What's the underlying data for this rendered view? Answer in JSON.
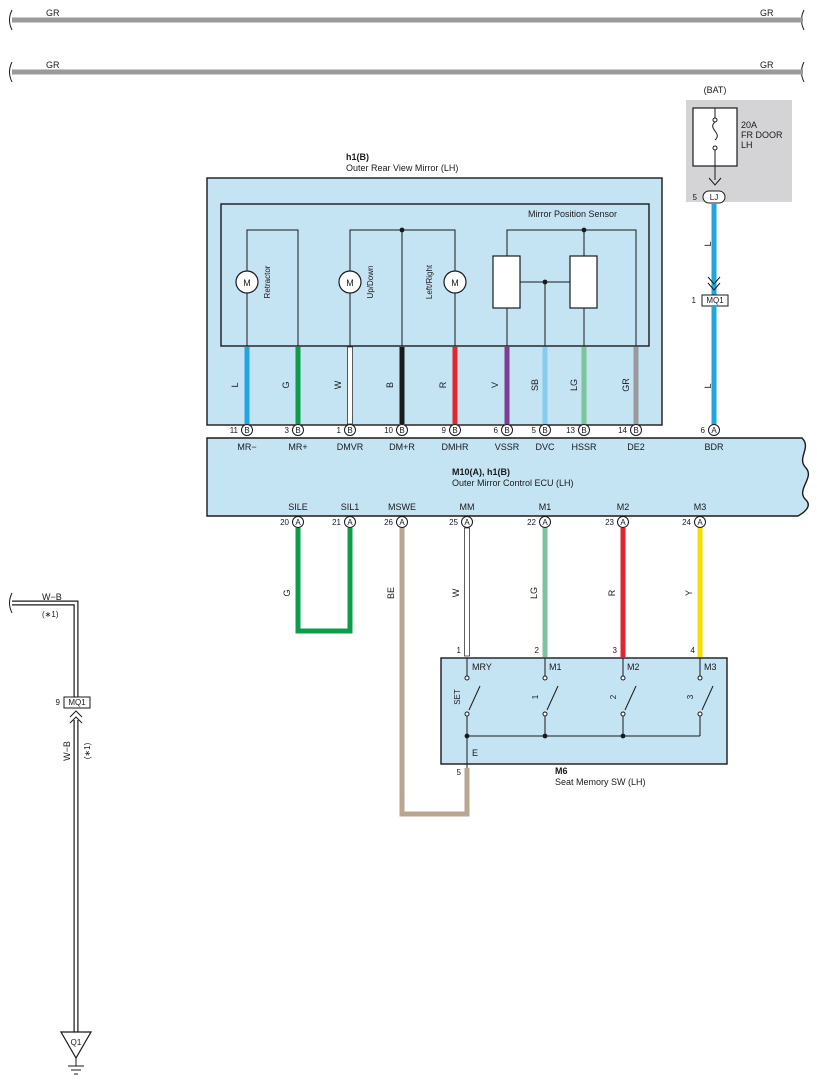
{
  "colors": {
    "gray": "#9a9a9a",
    "blue_l": "#1ea5e2",
    "green_g": "#0c9d4a",
    "white_w": "#ffffff",
    "black_b": "#1a1a1a",
    "red_r": "#e3262c",
    "violet_v": "#7b3d98",
    "sky_sb": "#86ccef",
    "lightgreen_lg": "#7cc59a",
    "beige_be": "#b8a690",
    "yellow_y": "#f5df00",
    "block_fill": "#c4e4f4",
    "fuse_box": "#d4d4d6"
  },
  "top_wires": [
    {
      "left": "GR",
      "right": "GR"
    },
    {
      "left": "GR",
      "right": "GR"
    }
  ],
  "fuse": {
    "source": "(BAT)",
    "rating": "20A",
    "name_line1": "FR DOOR",
    "name_line2": "LH",
    "pin": "5",
    "connector": "LJ",
    "wire": "L"
  },
  "splice_mq1_top": {
    "pin": "1",
    "connector": "MQ1",
    "wire": "L"
  },
  "mirror": {
    "code": "h1(B)",
    "name": "Outer Rear View Mirror (LH)",
    "sensor": "Mirror Position Sensor",
    "motor_glyph": "M",
    "motors": [
      "Retractor",
      "Up/Down",
      "Left/Right"
    ],
    "wires": [
      {
        "pin": "11",
        "conn": "B",
        "color": "L",
        "signal": "MR−"
      },
      {
        "pin": "3",
        "conn": "B",
        "color": "G",
        "signal": "MR+"
      },
      {
        "pin": "1",
        "conn": "B",
        "color": "W",
        "signal": "DMVR"
      },
      {
        "pin": "10",
        "conn": "B",
        "color": "B",
        "signal": "DM+R"
      },
      {
        "pin": "9",
        "conn": "B",
        "color": "R",
        "signal": "DMHR"
      },
      {
        "pin": "6",
        "conn": "B",
        "color": "V",
        "signal": "VSSR"
      },
      {
        "pin": "5",
        "conn": "B",
        "color": "SB",
        "signal": "DVC"
      },
      {
        "pin": "13",
        "conn": "B",
        "color": "LG",
        "signal": "HSSR"
      },
      {
        "pin": "14",
        "conn": "B",
        "color": "GR",
        "signal": "DE2"
      }
    ]
  },
  "ecu": {
    "code": "M10(A), h1(B)",
    "name": "Outer Mirror Control ECU (LH)",
    "bdr": {
      "pin": "6",
      "conn": "A",
      "signal": "BDR"
    },
    "bottom": [
      {
        "pin": "20",
        "conn": "A",
        "signal": "SILE",
        "color": "G"
      },
      {
        "pin": "21",
        "conn": "A",
        "signal": "SIL1",
        "color": ""
      },
      {
        "pin": "26",
        "conn": "A",
        "signal": "MSWE",
        "color": "BE"
      },
      {
        "pin": "25",
        "conn": "A",
        "signal": "MM",
        "color": "W"
      },
      {
        "pin": "22",
        "conn": "A",
        "signal": "M1",
        "color": "LG"
      },
      {
        "pin": "23",
        "conn": "A",
        "signal": "M2",
        "color": "R"
      },
      {
        "pin": "24",
        "conn": "A",
        "signal": "M3",
        "color": "Y"
      }
    ]
  },
  "seat_sw": {
    "code": "M6",
    "name": "Seat Memory SW (LH)",
    "terminals": [
      {
        "pin": "1",
        "label": "MRY",
        "switch": "SET"
      },
      {
        "pin": "2",
        "label": "M1",
        "switch": "1"
      },
      {
        "pin": "3",
        "label": "M2",
        "switch": "2"
      },
      {
        "pin": "4",
        "label": "M3",
        "switch": "3"
      }
    ],
    "ground_label": "E",
    "ground_pin": "5"
  },
  "ground_wire": {
    "color": "W−B",
    "note": "(∗1)",
    "splice_pin": "9",
    "splice_conn": "MQ1",
    "ground": "Q1"
  }
}
